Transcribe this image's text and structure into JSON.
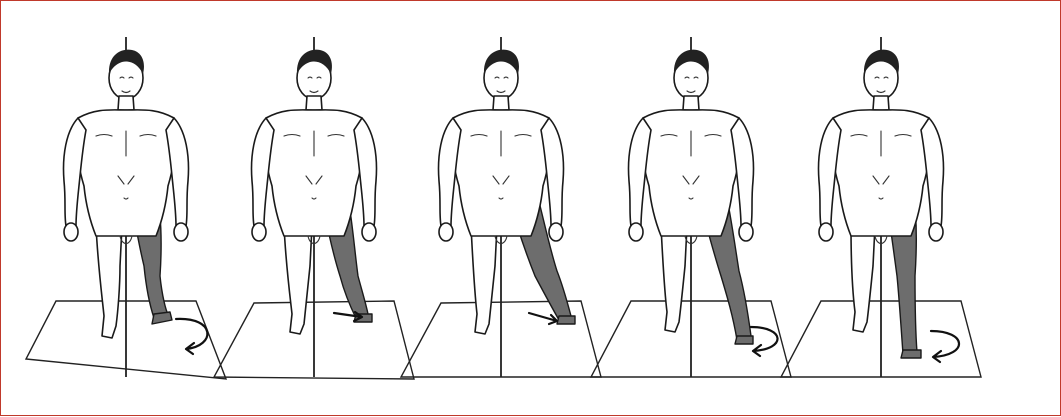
{
  "figure": {
    "frame_color": "#c0392b",
    "leg_shade": "#6d6d6d",
    "panels": [
      {
        "id": "phase-1",
        "arrow": "curved-arrow-icon"
      },
      {
        "id": "phase-2",
        "arrow": "straight-arrow-icon"
      },
      {
        "id": "phase-3",
        "arrow": "straight-arrow-icon"
      },
      {
        "id": "phase-4",
        "arrow": "curved-arrow-icon"
      },
      {
        "id": "phase-5",
        "arrow": "curved-arrow-icon"
      }
    ]
  }
}
